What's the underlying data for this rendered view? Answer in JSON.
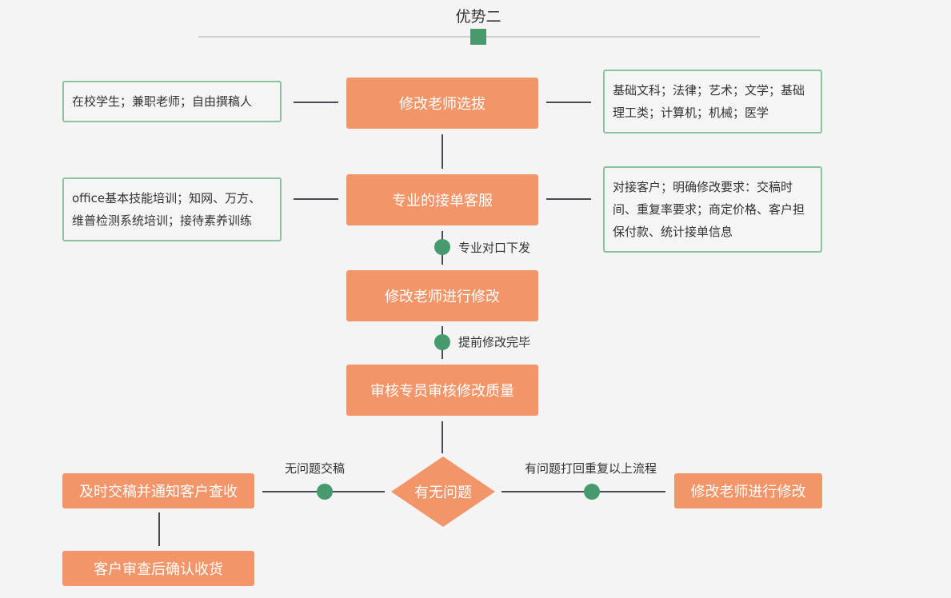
{
  "title": "优势二",
  "colors": {
    "box": "#f29569",
    "accent": "#469a6e",
    "note_border": "#8cc39f",
    "line": "#4a4a55"
  },
  "steps": {
    "select_teacher": "修改老师选拔",
    "service": "专业的接单客服",
    "teacher_revise": "修改老师进行修改",
    "review": "审核专员审核修改质量",
    "decision": "有无问题",
    "deliver": "及时交稿并通知客户查收",
    "confirm": "客户审查后确认收货",
    "redo": "修改老师进行修改"
  },
  "notes": {
    "left_1": "在校学生；兼职老师；自由撰稿人",
    "right_1": "基础文科；法律；艺术；文学；基础理工类；计算机；机械；医学",
    "left_2": "office基本技能培训；知网、万方、维普检测系统培训；接待素养训练",
    "right_2": "对接客户；明确修改要求：交稿时间、重复率要求；商定价格、客户担保付款、统计接单信息"
  },
  "labels": {
    "dispatch": "专业对口下发",
    "done_early": "提前修改完毕",
    "no_problem": "无问题交稿",
    "has_problem": "有问题打回重复以上流程"
  }
}
